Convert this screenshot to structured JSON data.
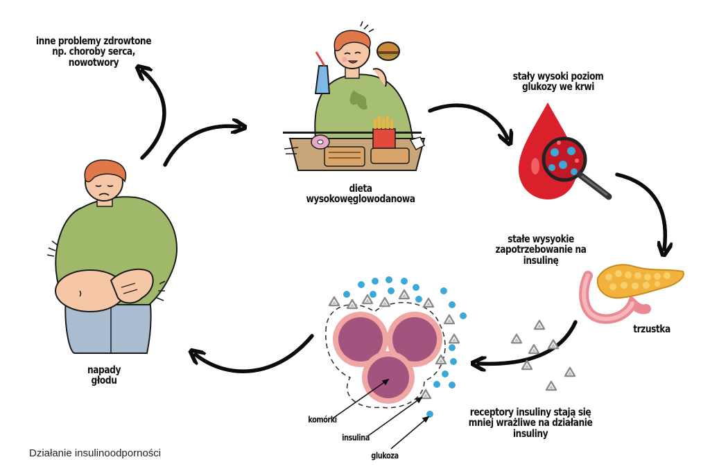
{
  "labels": {
    "other_problems": [
      "inne problemy zdrowtone",
      "np. choroby serca,",
      "nowotwory"
    ],
    "diet": [
      "dieta",
      "wysokowęglowodanowa"
    ],
    "glucose_level": [
      "stały wysoki poziom",
      "glukozy we krwi"
    ],
    "insulin_demand": [
      "stałe wysyokie",
      "zapotrzebowanie na",
      "insulinę"
    ],
    "pancreas": "trzustka",
    "receptors": [
      "receptory insuliny stają się",
      "mniej wrażliwe na działanie",
      "insuliny"
    ],
    "hunger": [
      "napady",
      "głodu"
    ],
    "cells": "komórki",
    "insulin": "insulina",
    "glucose": "glukoza"
  },
  "caption": "Działanie insulinoodporności",
  "colors": {
    "arrow": "#0b0b0b",
    "shirt": "#9fb86a",
    "skin": "#f5c7a6",
    "hair": "#e0784a",
    "blood": "#d9202b",
    "glucose_dot": "#3aa8d8",
    "cell_fill": "#a4527e",
    "cell_rim": "#f0a7a4",
    "pancreas": "#f2b33d",
    "intestine": "#f09aa0",
    "jeans": "#a9bcd0"
  }
}
